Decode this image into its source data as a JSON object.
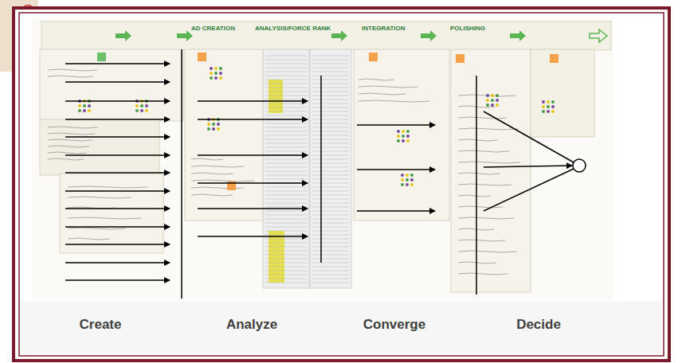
{
  "diagram": {
    "labels": [
      "AD CREATION",
      "ANALYSIS/FORCE RANK",
      "INTEGRATION",
      "POLISHING",
      "Create",
      "Analyze",
      "Converge",
      "Decide"
    ]
  }
}
